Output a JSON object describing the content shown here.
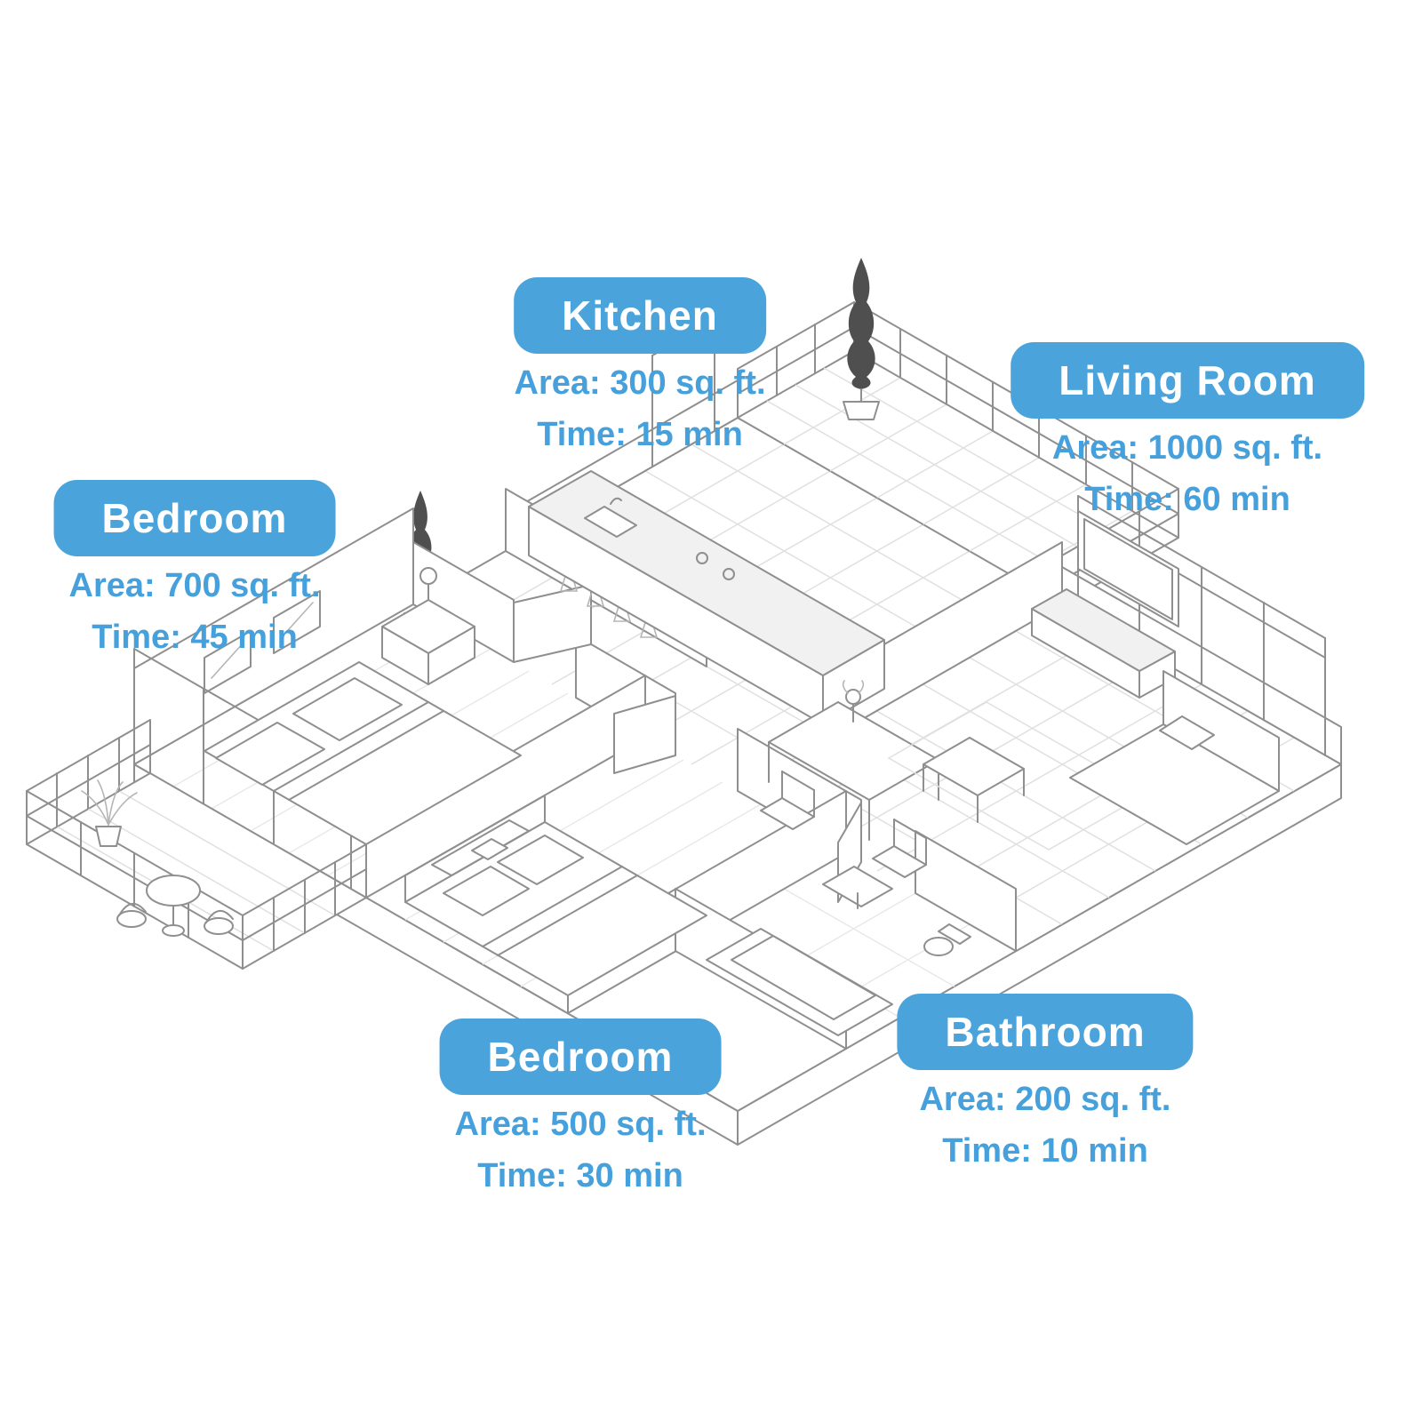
{
  "colors": {
    "badge_background": "#4BA3DC",
    "badge_text": "#FFFFFF",
    "detail_text": "#45A0DB",
    "sketch_stroke": "#8F8F8F"
  },
  "illustration": {
    "kind": "isometric-apartment-floor-plan-sketch"
  },
  "rooms": [
    {
      "id": "kitchen",
      "name": "Kitchen",
      "area": "Area: 300 sq. ft.",
      "time": "Time: 15 min"
    },
    {
      "id": "living-room",
      "name": "Living Room",
      "area": "Area: 1000 sq. ft.",
      "time": "Time: 60 min"
    },
    {
      "id": "bedroom-left",
      "name": "Bedroom",
      "area": "Area: 700 sq. ft.",
      "time": "Time: 45 min"
    },
    {
      "id": "bedroom-lower",
      "name": "Bedroom",
      "area": "Area: 500 sq. ft.",
      "time": "Time: 30 min"
    },
    {
      "id": "bathroom",
      "name": "Bathroom",
      "area": "Area: 200 sq. ft.",
      "time": "Time: 10 min"
    }
  ]
}
